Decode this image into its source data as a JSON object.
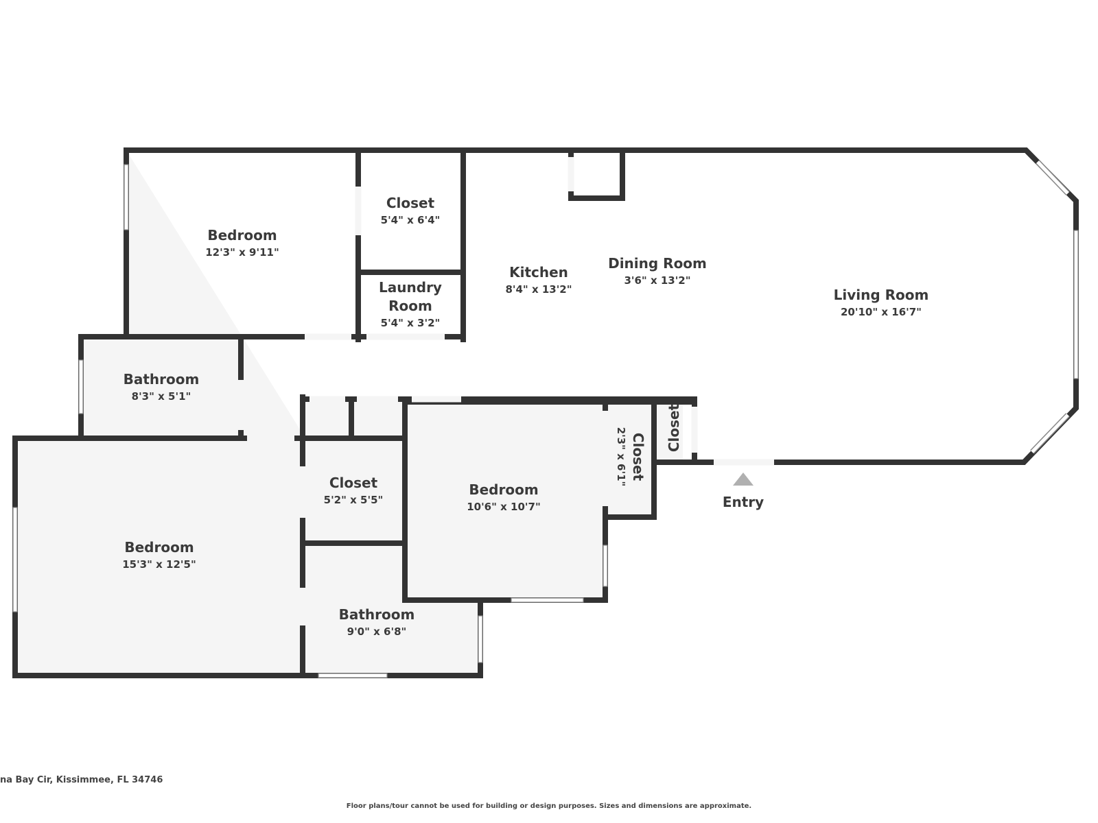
{
  "plan": {
    "rooms": [
      {
        "id": "bedroom-1",
        "name": "Bedroom",
        "dims": "12'3\" x 9'11\""
      },
      {
        "id": "closet-1",
        "name": "Closet",
        "dims": "5'4\" x 6'4\""
      },
      {
        "id": "laundry",
        "name_line1": "Laundry",
        "name_line2": "Room",
        "dims": "5'4\" x 3'2\""
      },
      {
        "id": "kitchen",
        "name": "Kitchen",
        "dims": "8'4\" x 13'2\""
      },
      {
        "id": "dining",
        "name": "Dining Room",
        "dims": "3'6\" x 13'2\""
      },
      {
        "id": "living",
        "name": "Living Room",
        "dims": "20'10\" x 16'7\""
      },
      {
        "id": "bathroom-1",
        "name": "Bathroom",
        "dims": "8'3\" x 5'1\""
      },
      {
        "id": "closet-2",
        "name": "Closet",
        "dims": "5'2\" x 5'5\""
      },
      {
        "id": "bedroom-2",
        "name": "Bedroom",
        "dims": "10'6\" x 10'7\""
      },
      {
        "id": "closet-3",
        "name": "Closet",
        "dims": "2'3\" x 6'1\""
      },
      {
        "id": "closet-4",
        "name": "Closet"
      },
      {
        "id": "bedroom-3",
        "name": "Bedroom",
        "dims": "15'3\" x 12'5\""
      },
      {
        "id": "bathroom-2",
        "name": "Bathroom",
        "dims": "9'0\" x 6'8\""
      }
    ],
    "entry_label": "Entry"
  },
  "footer": {
    "address": "na Bay Cir, Kissimmee, FL 34746",
    "disclaimer": "Floor plans/tour cannot be used for building or design purposes. Sizes and dimensions are approximate."
  },
  "colors": {
    "wall": "#333333",
    "floor": "#f5f5f5",
    "text": "#3a3a3a"
  }
}
